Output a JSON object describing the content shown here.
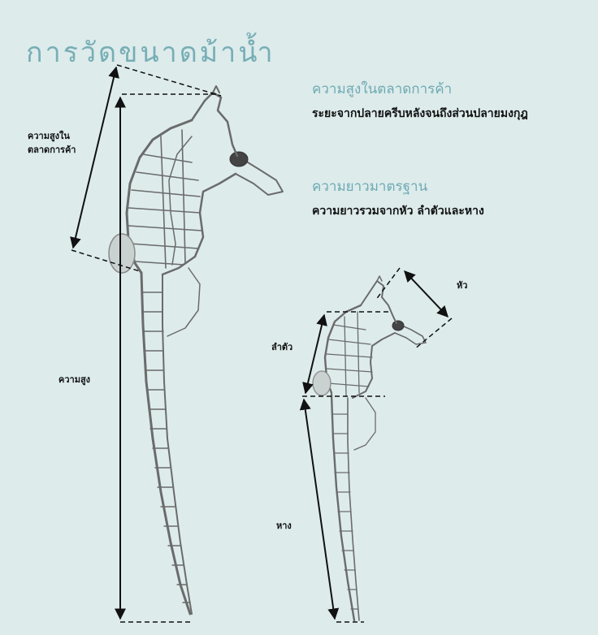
{
  "title": "การวัดขนาดม้าน้ำ",
  "definitions": [
    {
      "title": "ความสูงในตลาดการค้า",
      "text": "ระยะจากปลายครีบหลังจนถึงส่วนปลายมงกุฎ"
    },
    {
      "title": "ความยาวมาตรฐาน",
      "text": "ความยาวรวมจากหัว ลำตัวและหาง"
    }
  ],
  "labels": {
    "trade_height_line1": "ความสูงใน",
    "trade_height_line2": "ตลาดการค้า",
    "height": "ความสูง",
    "head": "หัว",
    "trunk": "ลำตัว",
    "tail": "หาง"
  },
  "colors": {
    "background": "#ddebeb",
    "accent": "#6eaab3",
    "line": "#111111",
    "seahorse_sketch": "#6b6b6b"
  }
}
